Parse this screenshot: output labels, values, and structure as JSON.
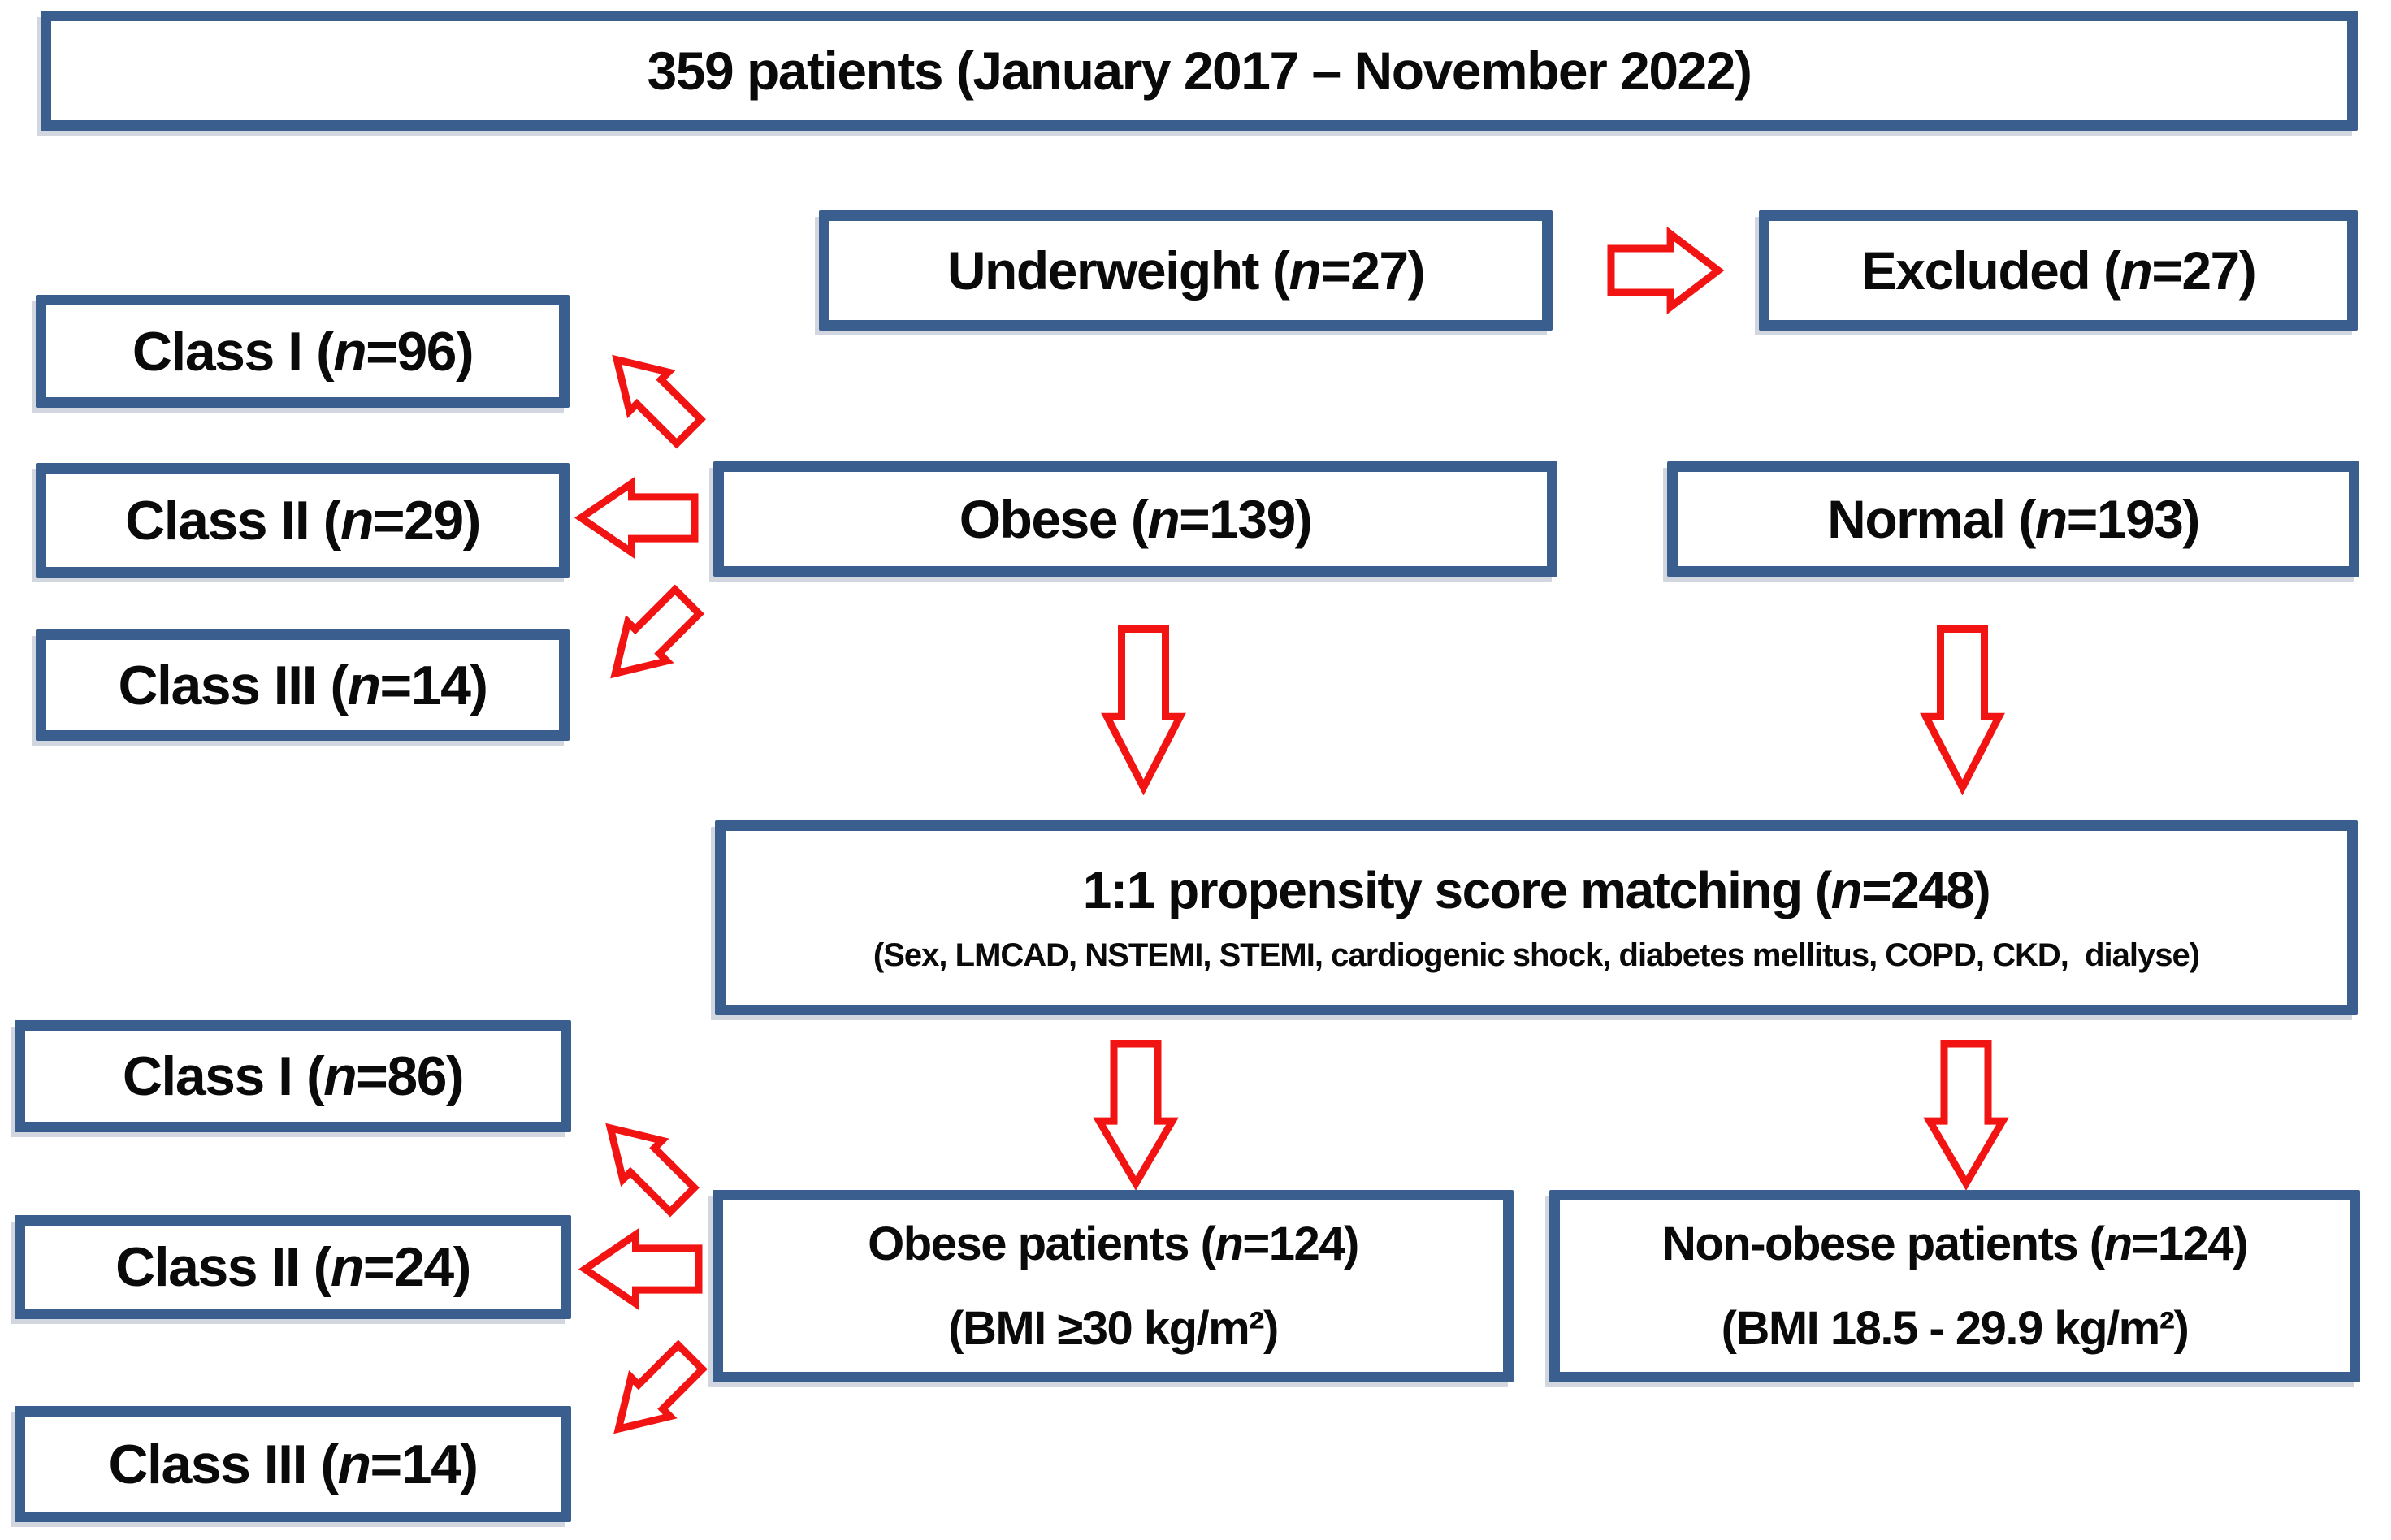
{
  "palette": {
    "box_border_blue": "#3a5e8e",
    "arrow_red": "#f21313",
    "text_black": "#0a0a0a",
    "background": "#ffffff"
  },
  "flowchart": {
    "total_box": {
      "pre": "359 patients (January 2017 – November 2022)",
      "n": "",
      "post": ""
    },
    "underweight_box": {
      "pre": "Underweight (",
      "n": "n",
      "post": "=27)"
    },
    "excluded_box": {
      "pre": "Excluded (",
      "n": "n",
      "post": "=27)"
    },
    "obese_class_1": {
      "pre": "Class I (",
      "n": "n",
      "post": "=96)"
    },
    "obese_class_2": {
      "pre": "Class II (",
      "n": "n",
      "post": "=29)"
    },
    "obese_class_3": {
      "pre": "Class III (",
      "n": "n",
      "post": "=14)"
    },
    "obese_box": {
      "pre": "Obese (",
      "n": "n",
      "post": "=139)"
    },
    "normal_box": {
      "pre": "Normal (",
      "n": "n",
      "post": "=193)"
    },
    "psm_box": {
      "title_pre": "1:1 propensity score matching (",
      "title_n": "n",
      "title_post": "=248)",
      "subtitle": "(Sex, LMCAD, NSTEMI, STEMI, cardiogenic shock, diabetes mellitus, COPD, CKD,  dialyse)"
    },
    "matched_class_1": {
      "pre": "Class I (",
      "n": "n",
      "post": "=86)"
    },
    "matched_class_2": {
      "pre": "Class II (",
      "n": "n",
      "post": "=24)"
    },
    "matched_class_3": {
      "pre": "Class III (",
      "n": "n",
      "post": "=14)"
    },
    "obese_matched_box": {
      "line1_pre": "Obese patients (",
      "line1_n": "n",
      "line1_post": "=124)",
      "line2": "(BMI ≥30 kg/m²)"
    },
    "nonobese_matched_box": {
      "line1_pre": "Non-obese patients (",
      "line1_n": "n",
      "line1_post": "=124)",
      "line2": "(BMI 18.5 - 29.9 kg/m²)"
    }
  }
}
